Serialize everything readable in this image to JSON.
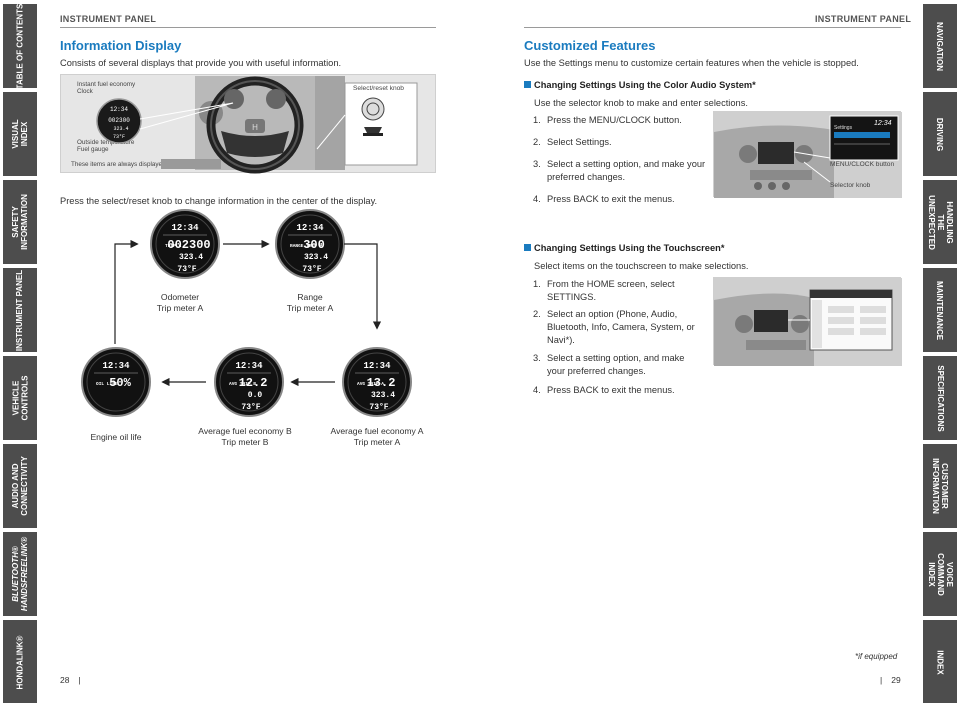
{
  "left_tabs": [
    "TABLE OF CONTENTS",
    "VISUAL INDEX",
    "SAFETY INFORMATION",
    "INSTRUMENT PANEL",
    "VEHICLE CONTROLS",
    "AUDIO AND CONNECTIVITY",
    "BLUETOOTH® HANDSFREELINK®",
    "HONDALINK®"
  ],
  "right_tabs": [
    "NAVIGATION",
    "DRIVING",
    "HANDLING THE UNEXPECTED",
    "MAINTENANCE",
    "SPECIFICATIONS",
    "CUSTOMER INFORMATION",
    "VOICE COMMAND INDEX",
    "INDEX"
  ],
  "left_page": {
    "running_head": "INSTRUMENT PANEL",
    "title": "Information Display",
    "intro": "Consists of several displays that provide you with useful information.",
    "figure": {
      "label_top": "Instant fuel economy\nClock",
      "label_bottom": "Outside temperature\nFuel gauge",
      "label_always": "These items are always displayed.",
      "knob_label": "Select/reset knob"
    },
    "instruction": "Press the select/reset knob to change information in the center of the display.",
    "gauges": [
      {
        "caption": "Odometer\nTrip meter A",
        "clock": "12:34",
        "main": "002300",
        "mode": "TRIP A",
        "value": "323.4",
        "temp": "73°F"
      },
      {
        "caption": "Range\nTrip meter A",
        "clock": "12:34",
        "main": "300",
        "mode": "RANGE TRIP A",
        "value": "323.4",
        "temp": "73°F"
      },
      {
        "caption": "Average fuel economy A\nTrip meter A",
        "clock": "12:34",
        "main": "13.2",
        "mode": "AVG TRIP A",
        "value": "323.4",
        "temp": "73°F"
      },
      {
        "caption": "Average fuel economy B\nTrip meter B",
        "clock": "12:34",
        "main": "12.2",
        "mode": "AVG TRIP B",
        "value": "0.0",
        "temp": "73°F"
      },
      {
        "caption": "Engine oil life",
        "clock": "12:34",
        "main": "50%",
        "mode": "OIL LIFE",
        "value": "",
        "temp": ""
      }
    ],
    "page_number": "28"
  },
  "right_page": {
    "running_head": "INSTRUMENT PANEL",
    "title": "Customized Features",
    "intro": "Use the Settings menu to customize certain features when the vehicle is stopped.",
    "section1": {
      "heading": "Changing Settings Using the Color Audio System*",
      "lead": "Use the selector knob to make and enter selections.",
      "steps": [
        "Press the MENU/CLOCK button.",
        "Select Settings.",
        "Select a setting option, and make your preferred changes.",
        "Press BACK to exit the menus."
      ],
      "screen_clock": "12:34",
      "screen_title": "Settings",
      "label_button": "MENU/CLOCK button",
      "label_knob": "Selector knob"
    },
    "section2": {
      "heading": "Changing Settings Using the Touchscreen*",
      "lead": "Select items on the touchscreen to make selections.",
      "steps": [
        "From the HOME screen, select SETTINGS.",
        "Select an option (Phone, Audio, Bluetooth, Info, Camera, System, or Navi*).",
        "Select a setting option, and make your preferred changes.",
        "Press BACK to exit the menus."
      ]
    },
    "footnote": "*if equipped",
    "page_number": "29"
  },
  "colors": {
    "accent": "#1a7bbf",
    "tab": "#4d4d4d"
  }
}
